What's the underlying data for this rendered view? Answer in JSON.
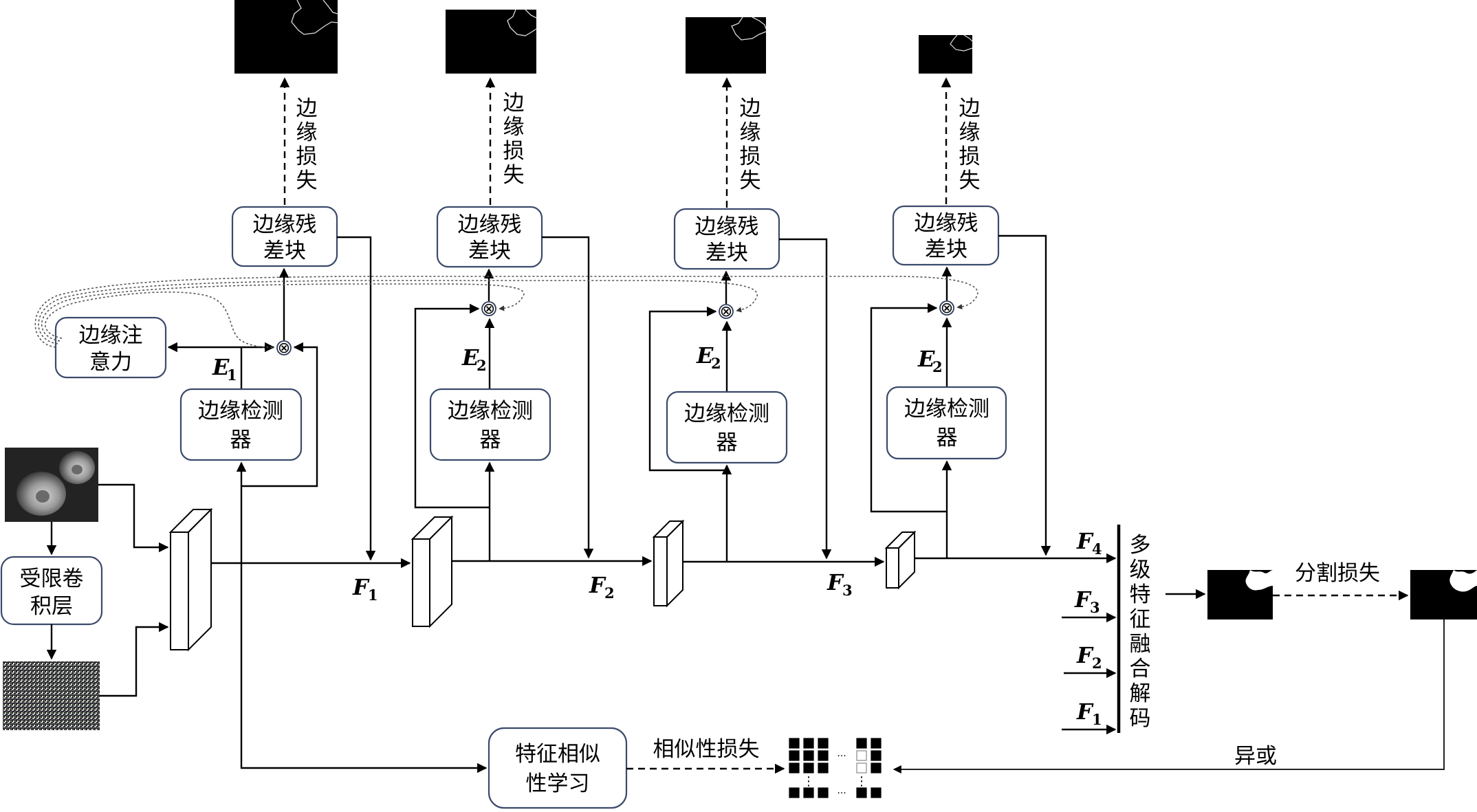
{
  "diagram": {
    "title": "",
    "labels": {
      "edge_residual_block": [
        "边缘残",
        "差块"
      ],
      "edge_detector": [
        "边缘检测",
        "器"
      ],
      "edge_attention": [
        "边缘注",
        "意力"
      ],
      "constrained_conv": [
        "受限卷",
        "积层"
      ],
      "feature_similarity": [
        "特征相似",
        "性学习"
      ],
      "edge_loss": [
        "边",
        "缘",
        "损",
        "失"
      ],
      "decoder": [
        "多",
        "级",
        "特",
        "征",
        "融",
        "合",
        "解",
        "码"
      ],
      "segmentation_loss": "分割损失",
      "similarity_loss": "相似性损失",
      "xor": "异或",
      "multiply_symbol": "⊗",
      "ellipsis_h": "···",
      "ellipsis_v": "⋮"
    },
    "stages": [
      {
        "edge_symbol": "E",
        "edge_sub": "1",
        "feature_symbol": "F",
        "feature_sub": "1"
      },
      {
        "edge_symbol": "E",
        "edge_sub": "2",
        "feature_symbol": "F",
        "feature_sub": "2"
      },
      {
        "edge_symbol": "E",
        "edge_sub": "2",
        "feature_symbol": "F",
        "feature_sub": "3"
      },
      {
        "edge_symbol": "E",
        "edge_sub": "2",
        "feature_symbol": "F",
        "feature_sub": "4"
      }
    ],
    "decoder_inputs": [
      {
        "symbol": "F",
        "sub": "4"
      },
      {
        "symbol": "F",
        "sub": "3"
      },
      {
        "symbol": "F",
        "sub": "2"
      },
      {
        "symbol": "F",
        "sub": "1"
      }
    ],
    "images": {
      "input": "rose-grayscale-image",
      "noise": "noise-residual-image",
      "edge_maps": [
        "edge-map-1",
        "edge-map-2",
        "edge-map-3",
        "edge-map-4"
      ],
      "predicted_mask": "predicted-mask",
      "ground_truth_mask": "ground-truth-mask"
    },
    "similarity_matrix": {
      "left_rows": [
        [
          1,
          1,
          1
        ],
        [
          1,
          1,
          1
        ],
        [
          1,
          1,
          1
        ],
        [
          1,
          1,
          1
        ]
      ],
      "right_rows": [
        [
          1,
          1
        ],
        [
          0,
          1
        ],
        [
          0,
          1
        ],
        [
          1,
          1
        ]
      ]
    }
  }
}
